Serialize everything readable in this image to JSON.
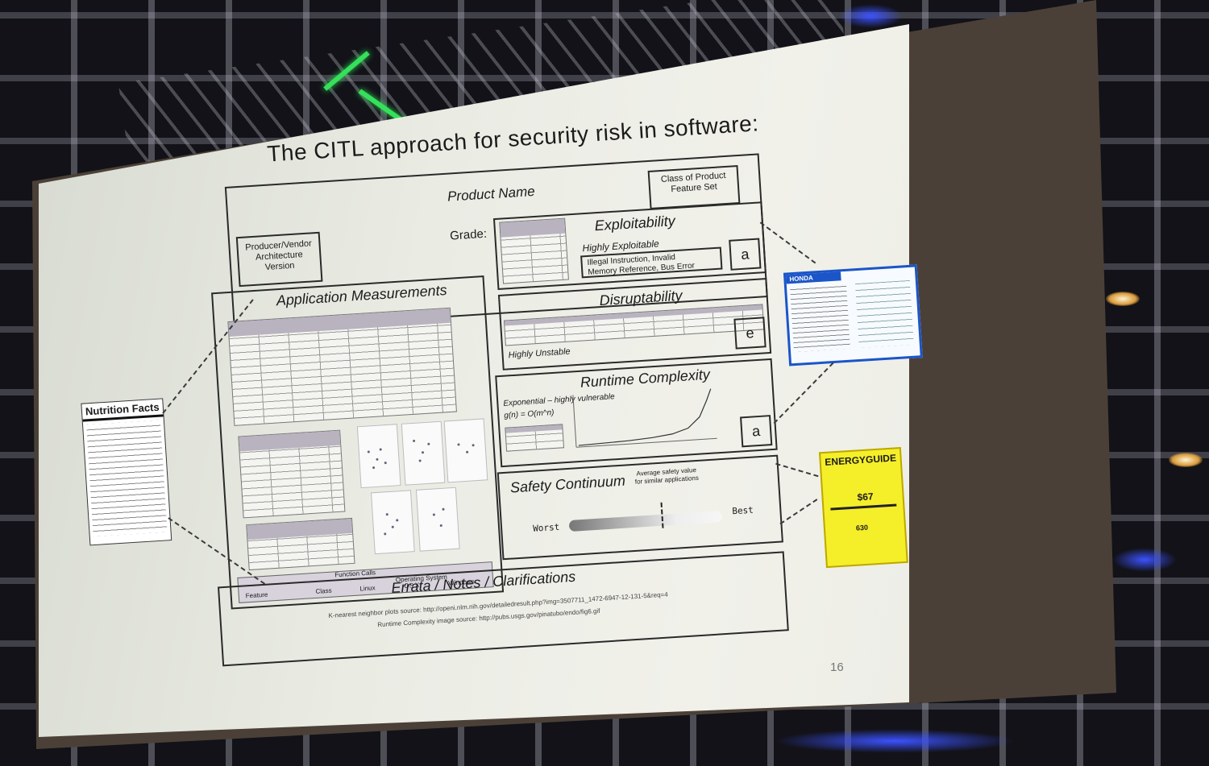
{
  "slide": {
    "title": "The CITL approach for security risk in software:",
    "product_name": "Product Name",
    "class_of_product": "Class of Product\nFeature Set",
    "producer_vendor": "Producer/Vendor\nArchitecture\nVersion",
    "grade": "Grade:",
    "page_number": "16"
  },
  "sections": {
    "exploitability": {
      "heading": "Exploitability",
      "rating": "Highly Exploitable",
      "detail": "Illegal Instruction, Invalid\nMemory Reference, Bus Error",
      "grade": "a"
    },
    "disruptability": {
      "heading": "Disruptability",
      "rating": "Highly Unstable",
      "grade": "e"
    },
    "runtime": {
      "heading": "Runtime Complexity",
      "rating": "Exponential – highly vulnerable",
      "formula": "g(n) = O(m^n)",
      "grade": "a"
    },
    "safety": {
      "heading": "Safety Continuum",
      "note": "Average safety value\nfor similar applications",
      "worst": "Worst",
      "best": "Best"
    },
    "application": {
      "heading": "Application Measurements",
      "function_calls": "Function Calls",
      "operating_system": "Operating System",
      "columns": [
        "Feature",
        "Class",
        "Linux",
        "OS X",
        "Windows"
      ]
    },
    "errata": {
      "heading": "Errata / Notes / Clarifications",
      "line1": "K-nearest neighbor plots source: http://openi.nlm.nih.gov/detailedresult.php?img=3507711_1472-6947-12-131-5&req=4",
      "line2": "Runtime Complexity image source: http://pubs.usgs.gov/pinatubo/endo/fig6.gif"
    }
  },
  "labels": {
    "nutrition": "Nutrition Facts",
    "honda": "HONDA",
    "energy": "ENERGYGUIDE",
    "energy_cost": "$67",
    "energy_kwh": "630"
  }
}
